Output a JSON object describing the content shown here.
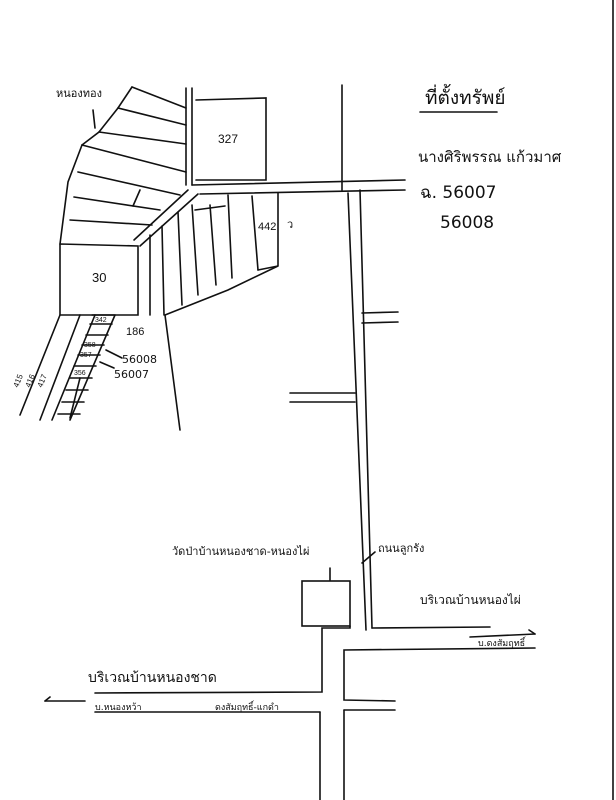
{
  "title": "ที่ตั้งทรัพย์",
  "owner": "นางศิริพรรณ แก้วมาศ",
  "deed_label": "ฉ. 56007",
  "deed_second": "56008",
  "parcel_labels": {
    "top_left": "หนองทอง",
    "p327": "327",
    "p442": "442",
    "p442_note": "ว",
    "p30": "30",
    "p186": "186",
    "p342": "342",
    "p358": "358",
    "p357": "357",
    "p356": "356",
    "p415": "415",
    "p416": "416",
    "p417": "417",
    "arrow_56008": "56008",
    "arrow_56007": "56007"
  },
  "landmarks": {
    "temple": "วัดป่าบ้านหนองชาด-หนองไผ่",
    "laterite_road": "ถนนลูกรัง",
    "area_nong_phai": "บริเวณบ้านหนองไผ่",
    "to_dong_samrit": "บ.ดงสัมฤทธิ์",
    "area_nong_chat": "บริเวณบ้านหนองชาด",
    "to_nong_wa": "บ.หนองหว้า",
    "main_road": "ดงสัมฤทธิ์-แกดำ"
  }
}
